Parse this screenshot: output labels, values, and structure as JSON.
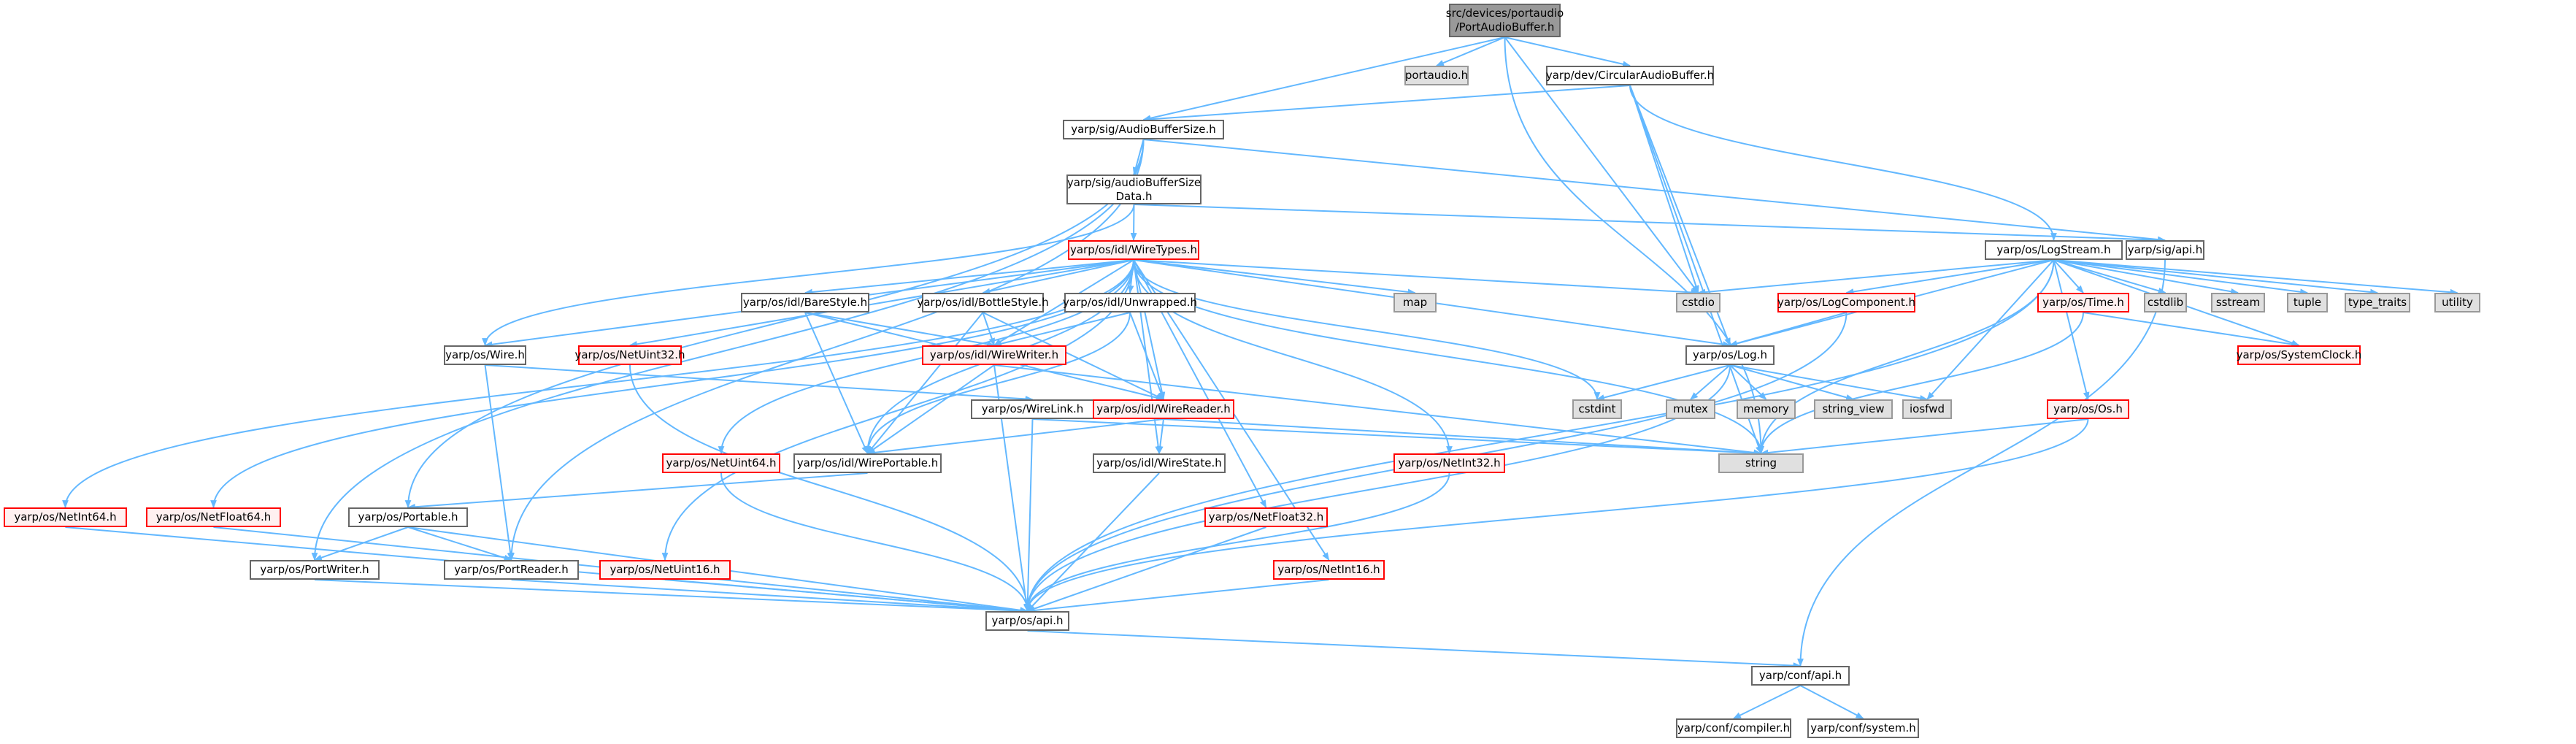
{
  "title": "src/devices/portaudio/PortAudioBuffer.h",
  "colors": {
    "edge": "#63b8ff",
    "root_fill": "#999999",
    "system_fill": "#e0e0e0",
    "truncated_border": "#ff0000",
    "truncated_fill": "#fff0f0",
    "normal_border": "#666666"
  },
  "nodes": [
    {
      "id": "root",
      "label": "src/devices/portaudio\n/PortAudioBuffer.h",
      "kind": "root"
    },
    {
      "id": "portaudio",
      "label": "portaudio.h",
      "kind": "sys"
    },
    {
      "id": "circ",
      "label": "yarp/dev/CircularAudioBuffer.h",
      "kind": "normal"
    },
    {
      "id": "abs",
      "label": "yarp/sig/AudioBufferSize.h",
      "kind": "normal"
    },
    {
      "id": "absd",
      "label": "yarp/sig/audioBufferSize\nData.h",
      "kind": "normal"
    },
    {
      "id": "wiretypes",
      "label": "yarp/os/idl/WireTypes.h",
      "kind": "trunc"
    },
    {
      "id": "logstream",
      "label": "yarp/os/LogStream.h",
      "kind": "normal"
    },
    {
      "id": "sigapi",
      "label": "yarp/sig/api.h",
      "kind": "normal"
    },
    {
      "id": "barestyle",
      "label": "yarp/os/idl/BareStyle.h",
      "kind": "normal"
    },
    {
      "id": "bottlestyle",
      "label": "yarp/os/idl/BottleStyle.h",
      "kind": "normal"
    },
    {
      "id": "unwrapped",
      "label": "yarp/os/idl/Unwrapped.h",
      "kind": "normal"
    },
    {
      "id": "map",
      "label": "map",
      "kind": "sys"
    },
    {
      "id": "cstdio",
      "label": "cstdio",
      "kind": "sys"
    },
    {
      "id": "logcomp",
      "label": "yarp/os/LogComponent.h",
      "kind": "trunc"
    },
    {
      "id": "time",
      "label": "yarp/os/Time.h",
      "kind": "trunc"
    },
    {
      "id": "cstdlib",
      "label": "cstdlib",
      "kind": "sys"
    },
    {
      "id": "sstream",
      "label": "sstream",
      "kind": "sys"
    },
    {
      "id": "tuple",
      "label": "tuple",
      "kind": "sys"
    },
    {
      "id": "typetraits",
      "label": "type_traits",
      "kind": "sys"
    },
    {
      "id": "utility",
      "label": "utility",
      "kind": "sys"
    },
    {
      "id": "wire",
      "label": "yarp/os/Wire.h",
      "kind": "normal"
    },
    {
      "id": "netuint32",
      "label": "yarp/os/NetUint32.h",
      "kind": "trunc"
    },
    {
      "id": "wirewriter",
      "label": "yarp/os/idl/WireWriter.h",
      "kind": "trunc"
    },
    {
      "id": "log",
      "label": "yarp/os/Log.h",
      "kind": "normal"
    },
    {
      "id": "sysclock",
      "label": "yarp/os/SystemClock.h",
      "kind": "trunc"
    },
    {
      "id": "wirelink",
      "label": "yarp/os/WireLink.h",
      "kind": "normal"
    },
    {
      "id": "wirereader",
      "label": "yarp/os/idl/WireReader.h",
      "kind": "trunc"
    },
    {
      "id": "cstdint",
      "label": "cstdint",
      "kind": "sys"
    },
    {
      "id": "mutex",
      "label": "mutex",
      "kind": "sys"
    },
    {
      "id": "memory",
      "label": "memory",
      "kind": "sys"
    },
    {
      "id": "stringview",
      "label": "string_view",
      "kind": "sys"
    },
    {
      "id": "iosfwd",
      "label": "iosfwd",
      "kind": "sys"
    },
    {
      "id": "os",
      "label": "yarp/os/Os.h",
      "kind": "trunc"
    },
    {
      "id": "netuint64",
      "label": "yarp/os/NetUint64.h",
      "kind": "trunc"
    },
    {
      "id": "wireportable",
      "label": "yarp/os/idl/WirePortable.h",
      "kind": "normal"
    },
    {
      "id": "wirestate",
      "label": "yarp/os/idl/WireState.h",
      "kind": "normal"
    },
    {
      "id": "netint32",
      "label": "yarp/os/NetInt32.h",
      "kind": "trunc"
    },
    {
      "id": "string",
      "label": "string",
      "kind": "sys"
    },
    {
      "id": "netint64",
      "label": "yarp/os/NetInt64.h",
      "kind": "trunc"
    },
    {
      "id": "netfloat64",
      "label": "yarp/os/NetFloat64.h",
      "kind": "trunc"
    },
    {
      "id": "portable",
      "label": "yarp/os/Portable.h",
      "kind": "normal"
    },
    {
      "id": "netfloat32",
      "label": "yarp/os/NetFloat32.h",
      "kind": "trunc"
    },
    {
      "id": "portwriter",
      "label": "yarp/os/PortWriter.h",
      "kind": "normal"
    },
    {
      "id": "portreader",
      "label": "yarp/os/PortReader.h",
      "kind": "normal"
    },
    {
      "id": "netuint16",
      "label": "yarp/os/NetUint16.h",
      "kind": "trunc"
    },
    {
      "id": "netint16",
      "label": "yarp/os/NetInt16.h",
      "kind": "trunc"
    },
    {
      "id": "osapi",
      "label": "yarp/os/api.h",
      "kind": "normal"
    },
    {
      "id": "confapi",
      "label": "yarp/conf/api.h",
      "kind": "normal"
    },
    {
      "id": "compiler",
      "label": "yarp/conf/compiler.h",
      "kind": "normal"
    },
    {
      "id": "system",
      "label": "yarp/conf/system.h",
      "kind": "normal"
    }
  ],
  "edges": [
    [
      "root",
      "portaudio"
    ],
    [
      "root",
      "circ"
    ],
    [
      "root",
      "abs"
    ],
    [
      "root",
      "string"
    ],
    [
      "root",
      "cstdio"
    ],
    [
      "circ",
      "abs"
    ],
    [
      "circ",
      "logstream"
    ],
    [
      "circ",
      "cstdio"
    ],
    [
      "circ",
      "log"
    ],
    [
      "circ",
      "string"
    ],
    [
      "abs",
      "absd"
    ],
    [
      "abs",
      "sigapi"
    ],
    [
      "abs",
      "portable"
    ],
    [
      "abs",
      "portwriter"
    ],
    [
      "abs",
      "portreader"
    ],
    [
      "absd",
      "wiretypes"
    ],
    [
      "absd",
      "sigapi"
    ],
    [
      "absd",
      "wire"
    ],
    [
      "wiretypes",
      "barestyle"
    ],
    [
      "wiretypes",
      "bottlestyle"
    ],
    [
      "wiretypes",
      "unwrapped"
    ],
    [
      "wiretypes",
      "map"
    ],
    [
      "wiretypes",
      "cstdio"
    ],
    [
      "wiretypes",
      "wire"
    ],
    [
      "wiretypes",
      "netuint32"
    ],
    [
      "wiretypes",
      "wirewriter"
    ],
    [
      "wiretypes",
      "wirereader"
    ],
    [
      "wiretypes",
      "netuint64"
    ],
    [
      "wiretypes",
      "wireportable"
    ],
    [
      "wiretypes",
      "wirestate"
    ],
    [
      "wiretypes",
      "netint32"
    ],
    [
      "wiretypes",
      "string"
    ],
    [
      "wiretypes",
      "netint64"
    ],
    [
      "wiretypes",
      "netfloat64"
    ],
    [
      "wiretypes",
      "netfloat32"
    ],
    [
      "wiretypes",
      "netuint16"
    ],
    [
      "wiretypes",
      "netint16"
    ],
    [
      "wiretypes",
      "cstdint"
    ],
    [
      "wiretypes",
      "log"
    ],
    [
      "barestyle",
      "wirewriter"
    ],
    [
      "barestyle",
      "wirereader"
    ],
    [
      "barestyle",
      "wireportable"
    ],
    [
      "bottlestyle",
      "wirewriter"
    ],
    [
      "bottlestyle",
      "wirereader"
    ],
    [
      "bottlestyle",
      "wireportable"
    ],
    [
      "unwrapped",
      "wirewriter"
    ],
    [
      "unwrapped",
      "wirereader"
    ],
    [
      "unwrapped",
      "wireportable"
    ],
    [
      "wirewriter",
      "wireportable"
    ],
    [
      "wirewriter",
      "string"
    ],
    [
      "wirewriter",
      "osapi"
    ],
    [
      "wirereader",
      "wireportable"
    ],
    [
      "wirereader",
      "wirestate"
    ],
    [
      "wirereader",
      "string"
    ],
    [
      "wire",
      "wirelink"
    ],
    [
      "wire",
      "portreader"
    ],
    [
      "wirelink",
      "osapi"
    ],
    [
      "wirelink",
      "string"
    ],
    [
      "wireportable",
      "portable"
    ],
    [
      "wirestate",
      "osapi"
    ],
    [
      "netuint32",
      "osapi"
    ],
    [
      "netuint64",
      "osapi"
    ],
    [
      "netint32",
      "osapi"
    ],
    [
      "netint64",
      "osapi"
    ],
    [
      "netfloat64",
      "osapi"
    ],
    [
      "netfloat32",
      "osapi"
    ],
    [
      "netuint16",
      "osapi"
    ],
    [
      "netint16",
      "osapi"
    ],
    [
      "portable",
      "portwriter"
    ],
    [
      "portable",
      "portreader"
    ],
    [
      "portable",
      "osapi"
    ],
    [
      "portwriter",
      "osapi"
    ],
    [
      "portreader",
      "osapi"
    ],
    [
      "logstream",
      "cstdio"
    ],
    [
      "logstream",
      "logcomp"
    ],
    [
      "logstream",
      "time"
    ],
    [
      "logstream",
      "cstdlib"
    ],
    [
      "logstream",
      "sstream"
    ],
    [
      "logstream",
      "tuple"
    ],
    [
      "logstream",
      "typetraits"
    ],
    [
      "logstream",
      "utility"
    ],
    [
      "logstream",
      "log"
    ],
    [
      "logstream",
      "iosfwd"
    ],
    [
      "logstream",
      "os"
    ],
    [
      "logstream",
      "string"
    ],
    [
      "logstream",
      "sysclock"
    ],
    [
      "logstream",
      "osapi"
    ],
    [
      "logcomp",
      "log"
    ],
    [
      "logcomp",
      "osapi"
    ],
    [
      "time",
      "sysclock"
    ],
    [
      "time",
      "string"
    ],
    [
      "log",
      "cstdint"
    ],
    [
      "log",
      "mutex"
    ],
    [
      "log",
      "memory"
    ],
    [
      "log",
      "stringview"
    ],
    [
      "log",
      "iosfwd"
    ],
    [
      "log",
      "osapi"
    ],
    [
      "os",
      "string"
    ],
    [
      "os",
      "osapi"
    ],
    [
      "sigapi",
      "confapi"
    ],
    [
      "osapi",
      "confapi"
    ],
    [
      "confapi",
      "compiler"
    ],
    [
      "confapi",
      "system"
    ]
  ]
}
